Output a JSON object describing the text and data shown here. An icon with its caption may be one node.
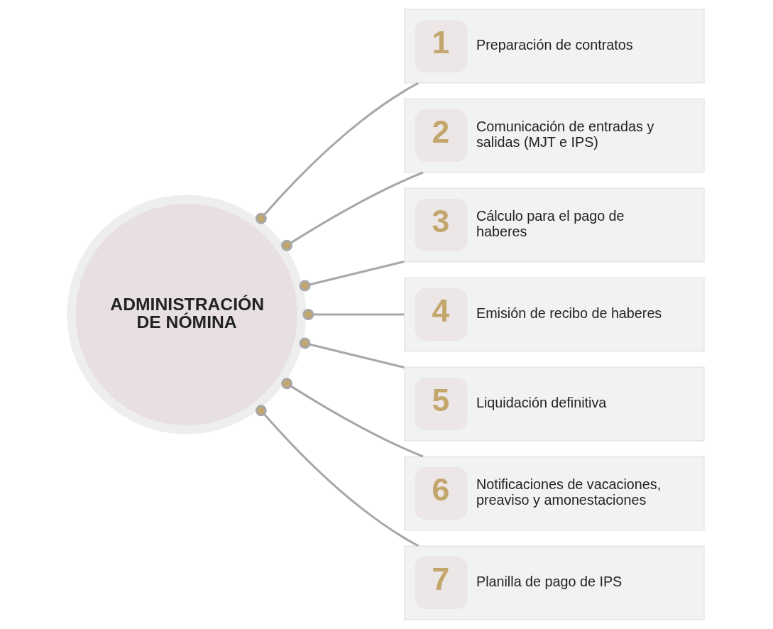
{
  "diagram": {
    "nodes": [
      {
        "text": [
          "ADMINISTRACIÓN DE NÓMINA"
        ]
      },
      {
        "text": [
          "1",
          "Preparación de contratos"
        ]
      },
      {
        "text": [
          "2",
          "Comunicación de entradas y salidas (MJT e IPS)"
        ]
      },
      {
        "text": [
          "3",
          "Cálculo para el pago de haberes"
        ]
      },
      {
        "text": [
          "4",
          "Emisión de recibo de haberes"
        ]
      },
      {
        "text": [
          "5",
          "Liquidación definitiva"
        ]
      },
      {
        "text": [
          "6",
          "Notificaciones de vacaciones, preaviso y amonestaciones"
        ]
      },
      {
        "text": [
          "7",
          "Planilla de pago de IPS"
        ]
      }
    ],
    "edges": [
      {
        "from": 0,
        "to": 1,
        "arrow": "other"
      },
      {
        "from": 0,
        "to": 2,
        "arrow": "other"
      },
      {
        "from": 0,
        "to": 3,
        "arrow": "other"
      },
      {
        "from": 0,
        "to": 4,
        "arrow": "other"
      },
      {
        "from": 0,
        "to": 5,
        "arrow": "other"
      },
      {
        "from": 0,
        "to": 6,
        "arrow": "other"
      },
      {
        "from": 0,
        "to": 7,
        "arrow": "other"
      }
    ]
  }
}
